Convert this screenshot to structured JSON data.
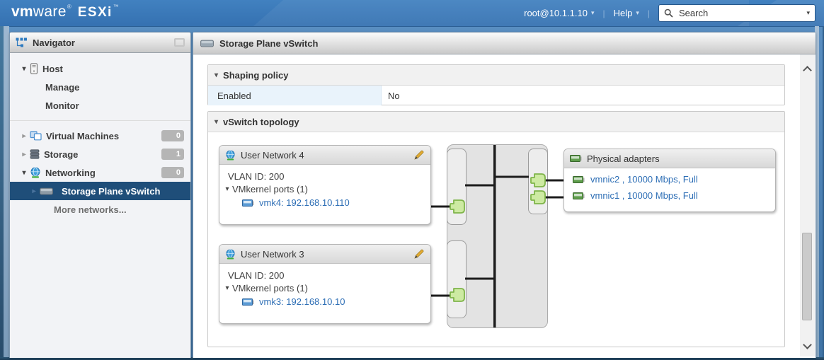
{
  "logo": {
    "vm": "vm",
    "ware": "ware",
    "reg": "®",
    "esxi": "ESXi",
    "tm": "™"
  },
  "header": {
    "user": "root@10.1.1.10",
    "help": "Help",
    "separator": "|",
    "search_placeholder": "Search"
  },
  "icons": {
    "caret_down": "▾",
    "caret_right": "▸"
  },
  "navigator": {
    "title": "Navigator",
    "items": [
      {
        "label": "Host"
      },
      {
        "label": "Manage"
      },
      {
        "label": "Monitor"
      },
      {
        "label": "Virtual Machines",
        "badge": "0"
      },
      {
        "label": "Storage",
        "badge": "1"
      },
      {
        "label": "Networking",
        "badge": "0"
      },
      {
        "label": "Storage Plane vSwitch"
      },
      {
        "label": "More networks..."
      }
    ]
  },
  "content": {
    "header_title": "Storage Plane vSwitch",
    "shaping": {
      "title": "Shaping policy",
      "label": "Enabled",
      "value": "No"
    },
    "topology": {
      "title": "vSwitch topology",
      "groups": [
        {
          "title": "User Network 4",
          "vlan": "VLAN ID: 200",
          "ports": "VMkernel ports (1)",
          "nic": "vmk4: 192.168.10.110"
        },
        {
          "title": "User Network 3",
          "vlan": "VLAN ID: 200",
          "ports": "VMkernel ports (1)",
          "nic": "vmk3: 192.168.10.10"
        }
      ],
      "physical": {
        "title": "Physical adapters",
        "adapters": [
          "vmnic2 , 10000 Mbps, Full",
          "vmnic1 , 10000 Mbps, Full"
        ]
      }
    }
  },
  "colors": {
    "topbar_blue": "#3c78b9",
    "selected_row": "#1f4e79",
    "link_blue": "#2d6eb5",
    "port_green": "#cdeaa2",
    "port_border": "#7fb44a"
  }
}
